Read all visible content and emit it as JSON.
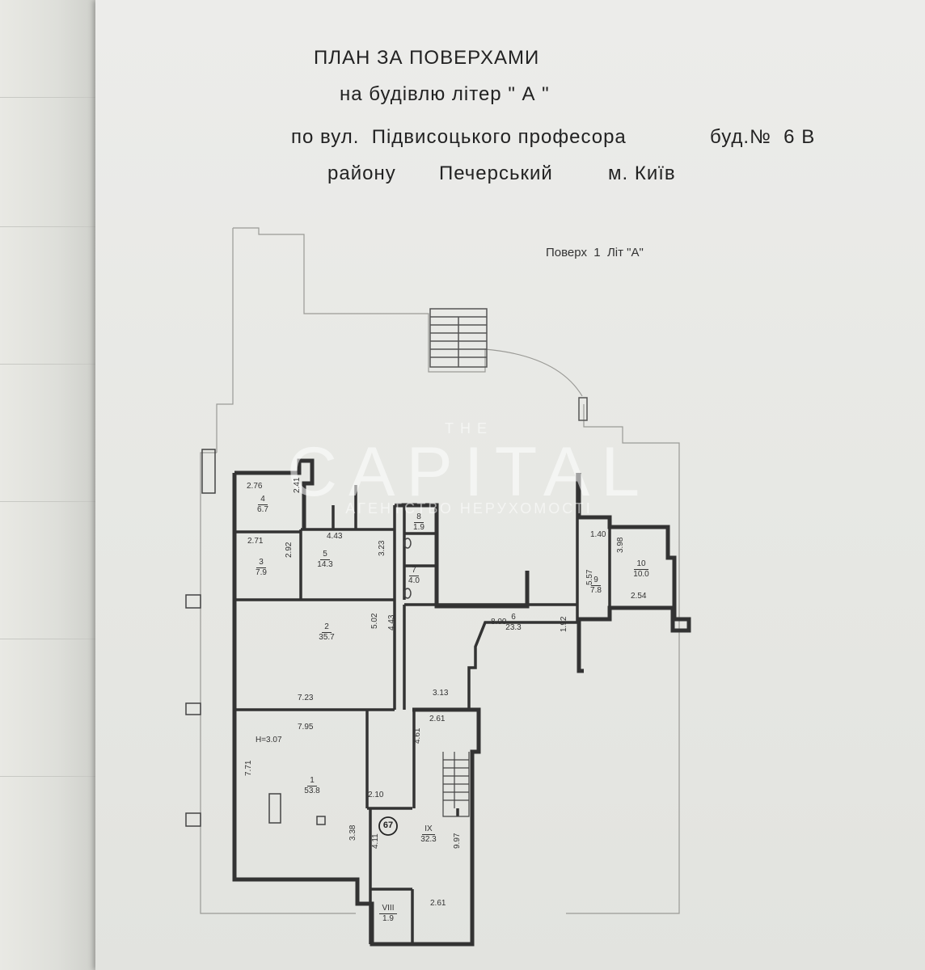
{
  "title": {
    "line1": "ПЛАН ЗА ПОВЕРХАМИ",
    "line2": "на будівлю літер \" А \"",
    "line3_street": "по вул.  Підвисоцького професора",
    "line3_building": "буд.№  6 В",
    "line4_district_label": "району",
    "line4_district": "Печерський",
    "line4_city": "м. Київ"
  },
  "floor_label": "Поверх  1  Літ \"А\"",
  "watermark": {
    "the": "THE",
    "name": "CAPITAL",
    "sub": "АГЕНТСТВО НЕРУХОМОСТІ"
  },
  "rooms": [
    {
      "number": "4",
      "area": "6.7"
    },
    {
      "number": "3",
      "area": "7.9"
    },
    {
      "number": "5",
      "area": "14.3"
    },
    {
      "number": "8",
      "area": "1.9"
    },
    {
      "number": "7",
      "area": "4.0"
    },
    {
      "number": "2",
      "area": "35.7"
    },
    {
      "number": "6",
      "area": "23.3"
    },
    {
      "number": "9",
      "area": "7.8"
    },
    {
      "number": "10",
      "area": "10.0"
    },
    {
      "number": "1",
      "area": "53.8"
    },
    {
      "number": "IX",
      "area": "32.3"
    },
    {
      "number": "VIII",
      "area": "1.9"
    }
  ],
  "dimensions": [
    "2.76",
    "2.41",
    "2.71",
    "2.92",
    "4.43",
    "3.23",
    "1.40",
    "3.98",
    "5.57",
    "2.54",
    "5.02",
    "4.43",
    "8.00",
    "1.92",
    "7.23",
    "3.13",
    "7.95",
    "2.61",
    "4.61",
    "7.71",
    "2.10",
    "3.38",
    "4.11",
    "9.97",
    "2.61"
  ],
  "height_label": "H=3.07",
  "circle_number": "67"
}
